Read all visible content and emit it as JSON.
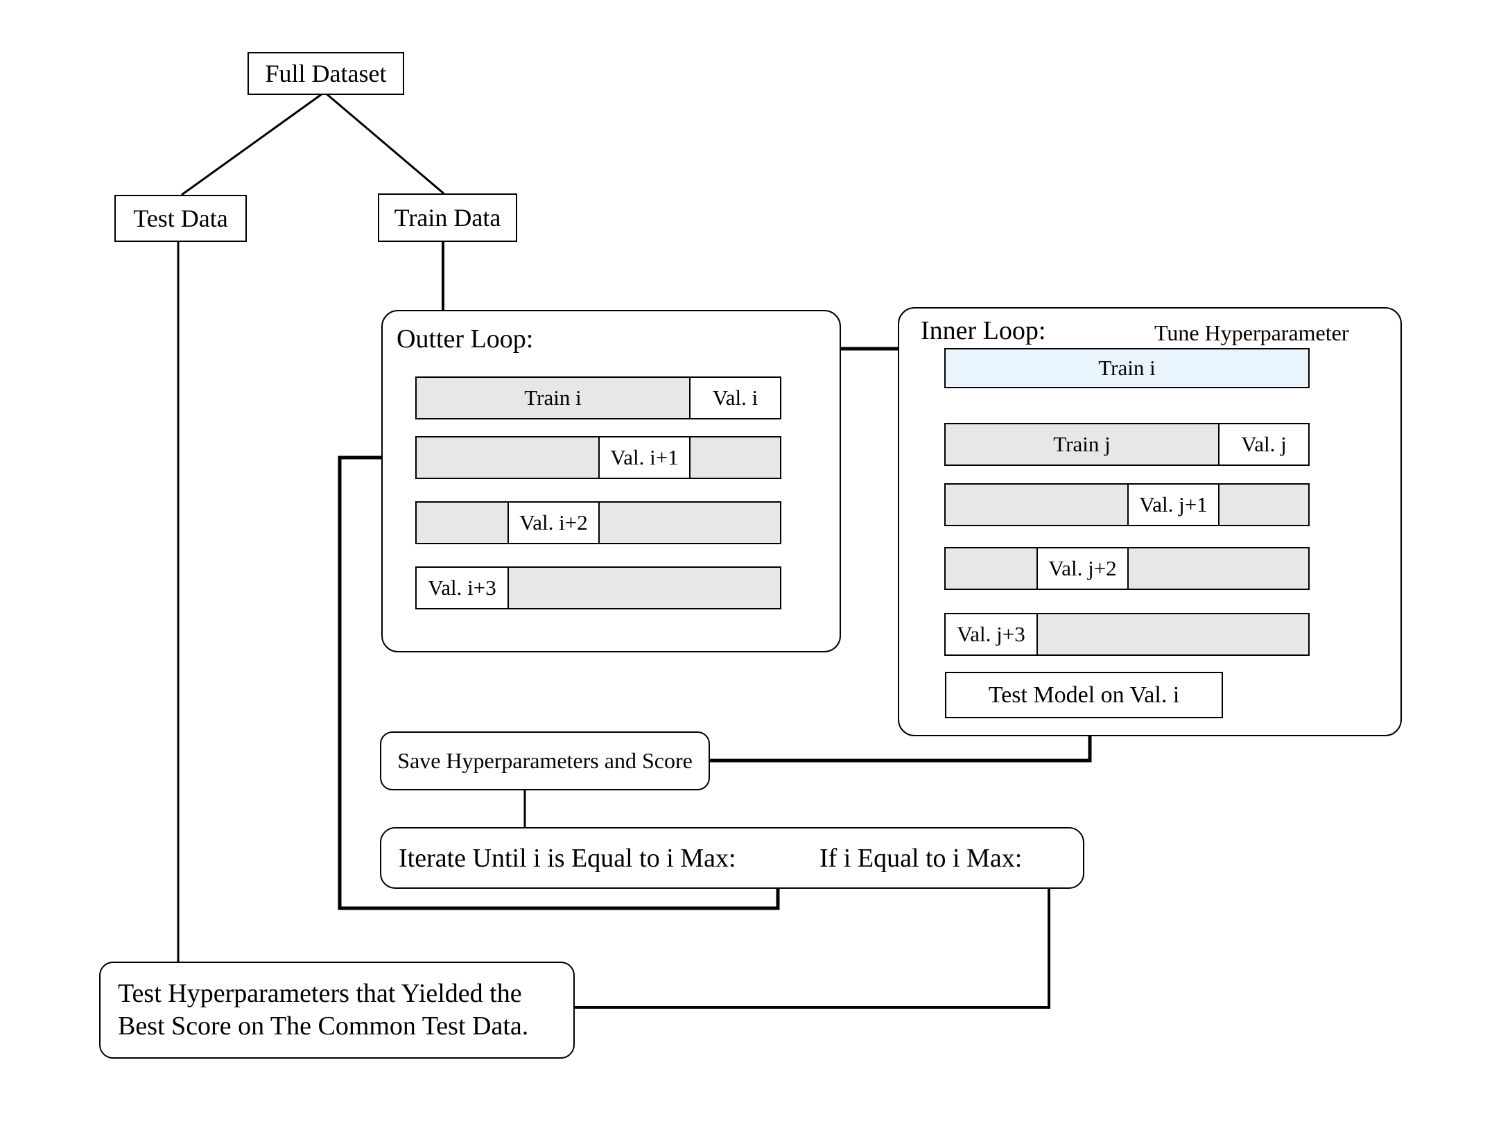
{
  "top": {
    "full_dataset": "Full Dataset",
    "test_data": "Test Data",
    "train_data": "Train Data"
  },
  "outer_loop": {
    "title": "Outter Loop:",
    "rows": [
      {
        "train_label": "Train i",
        "val_label": "Val. i"
      },
      {
        "val_label": "Val. i+1"
      },
      {
        "val_label": "Val. i+2"
      },
      {
        "val_label": "Val. i+3"
      }
    ]
  },
  "inner_loop": {
    "title": "Inner Loop:",
    "subtitle": "Tune Hyperparameter",
    "train_bar": "Train i",
    "rows": [
      {
        "train_label": "Train j",
        "val_label": "Val. j"
      },
      {
        "val_label": "Val. j+1"
      },
      {
        "val_label": "Val. j+2"
      },
      {
        "val_label": "Val. j+3"
      }
    ],
    "test_model": "Test Model on Val. i"
  },
  "flow": {
    "save_box": "Save Hyperparameters and Score",
    "iterate_label": "Iterate Until i is Equal to i Max:",
    "if_label": "If i Equal to i Max:",
    "test_hyp_line1": "Test Hyperparameters that Yielded the",
    "test_hyp_line2": "Best Score on The Common Test Data."
  },
  "colors": {
    "bar_gray": "#e7e7e7",
    "bar_blue": "#eaf4fc",
    "line": "#000000",
    "background": "#ffffff"
  }
}
